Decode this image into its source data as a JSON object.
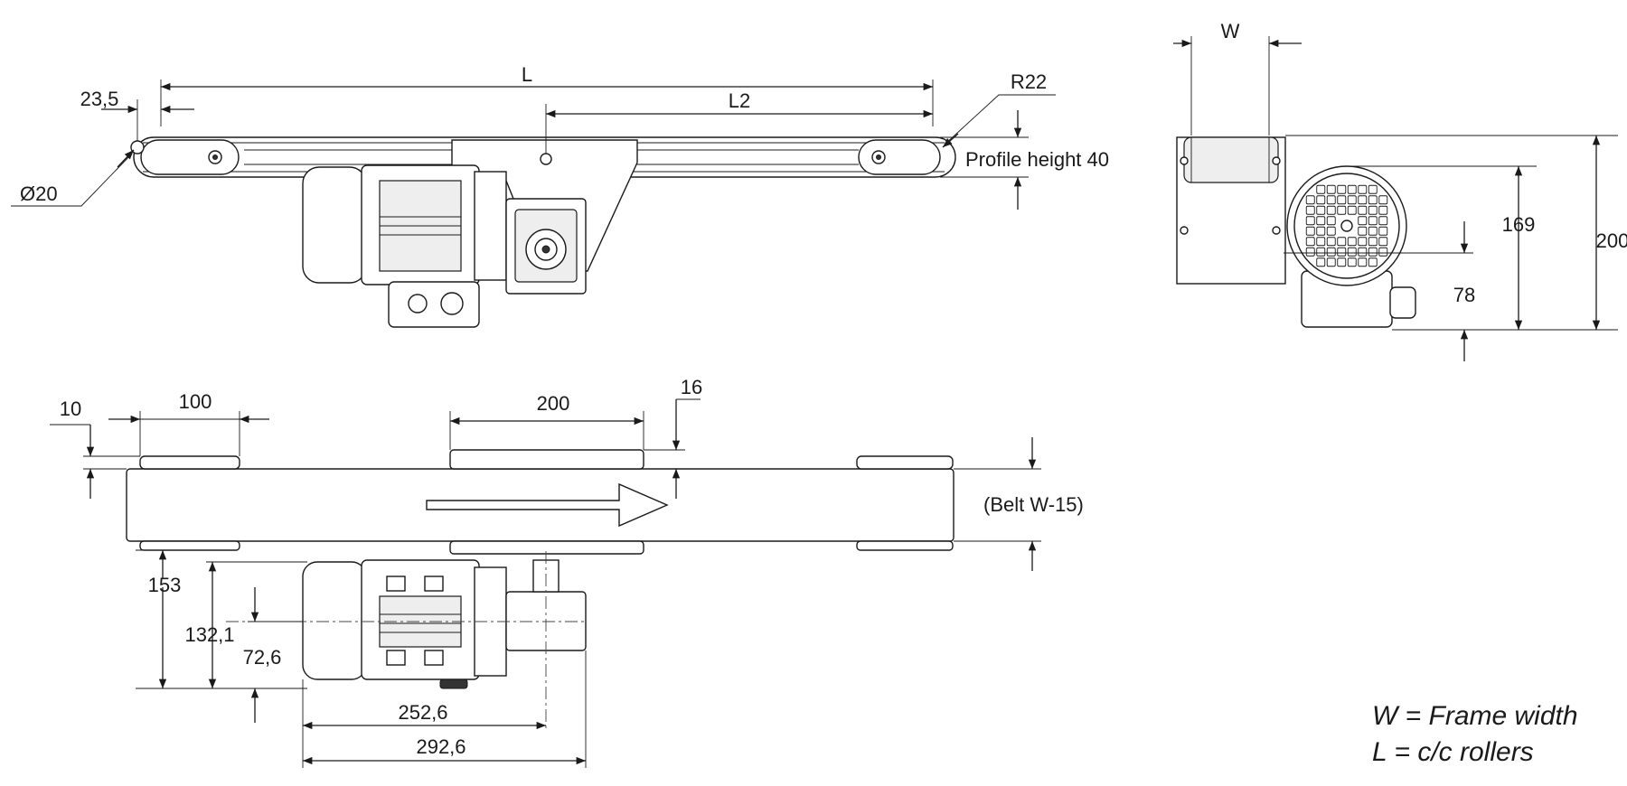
{
  "colors": {
    "line": "#1a1a1a",
    "fill": "#ffffff",
    "shade": "#eeeeee"
  },
  "top_view": {
    "dim_L": "L",
    "dim_L2": "L2",
    "dim_23_5": "23,5",
    "dim_R22": "R22",
    "dim_d20": "Ø20",
    "dim_profile": "Profile height 40"
  },
  "side_view": {
    "dim_W": "W",
    "dim_169": "169",
    "dim_200": "200",
    "dim_78": "78"
  },
  "bottom_view": {
    "dim_10": "10",
    "dim_100": "100",
    "dim_200": "200",
    "dim_16": "16",
    "dim_belt": "(Belt W-15)",
    "dim_153": "153",
    "dim_132_1": "132,1",
    "dim_72_6": "72,6",
    "dim_252_6": "252,6",
    "dim_292_6": "292,6"
  },
  "legend": {
    "line1": "W = Frame width",
    "line2": "L  = c/c rollers"
  }
}
